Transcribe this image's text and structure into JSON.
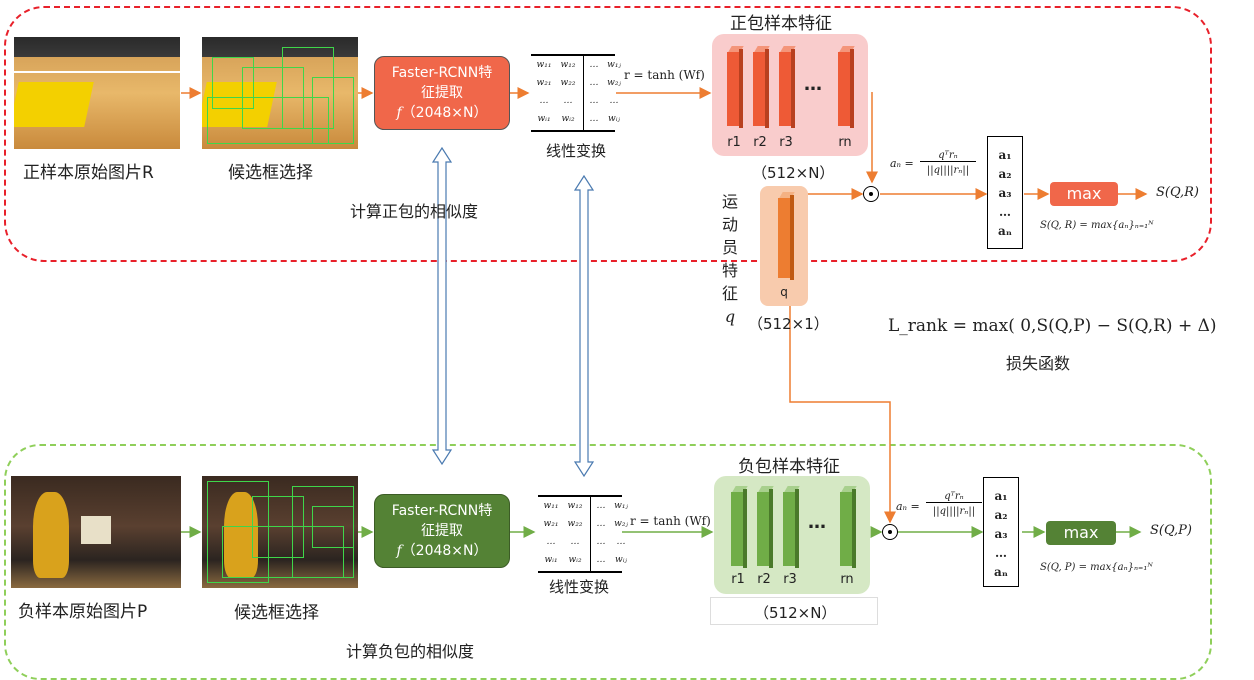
{
  "positive": {
    "bag_title": "正包样本特征",
    "raw_caption": "正样本原始图片R",
    "candidate_caption": "候选框选择",
    "fbox_line1": "Faster-RCNN特",
    "fbox_line2": "征提取",
    "fbox_line3": "（2048×N）",
    "fbox_fvar": "𝑓",
    "linear_caption": "线性变换",
    "tanh_formula": "r = tanh (Wf)",
    "bar_labels": [
      "r1",
      "r2",
      "r3",
      "rn"
    ],
    "ellipsis": "…",
    "dims": "（512×N）",
    "similarity_caption": "计算正包的相似度",
    "an_formula_lhs": "aₙ =",
    "an_formula_num": "qᵀrₙ",
    "an_formula_den": "||q||||rₙ||",
    "a_vector": [
      "a₁",
      "a₂",
      "a₃",
      "…",
      "aₙ"
    ],
    "max_label": "max",
    "score": "S(Q,R)",
    "score_formula": "S(Q, R) = max{aₙ}ₙ₌₁ᴺ"
  },
  "negative": {
    "bag_title": "负包样本特征",
    "raw_caption": "负样本原始图片P",
    "candidate_caption": "候选框选择",
    "fbox_line1": "Faster-RCNN特",
    "fbox_line2": "征提取",
    "fbox_line3": "（2048×N）",
    "fbox_fvar": "𝑓",
    "linear_caption": "线性变换",
    "tanh_formula": "r = tanh (Wf)",
    "bar_labels": [
      "r1",
      "r2",
      "r3",
      "rn"
    ],
    "ellipsis": "…",
    "dims": "（512×N）",
    "similarity_caption": "计算负包的相似度",
    "an_formula_lhs": "aₙ =",
    "an_formula_num": "qᵀrₙ",
    "an_formula_den": "||q||||rₙ||",
    "a_vector": [
      "a₁",
      "a₂",
      "a₃",
      "…",
      "aₙ"
    ],
    "max_label": "max",
    "score": "S(Q,P)",
    "score_formula": "S(Q, P) = max{aₙ}ₙ₌₁ᴺ"
  },
  "matrix": {
    "rows": [
      [
        "w₁₁",
        "w₁₂",
        "…",
        "w₁ⱼ"
      ],
      [
        "w₂₁",
        "w₂₂",
        "…",
        "w₂ⱼ"
      ],
      [
        "…",
        "…",
        "…",
        "…"
      ],
      [
        "wᵢ₁",
        "wᵢ₂",
        "…",
        "wᵢⱼ"
      ]
    ]
  },
  "athlete": {
    "vertical_label": [
      "运",
      "动",
      "员",
      "特",
      "征"
    ],
    "q_var": "q",
    "bar_label": "q",
    "dims": "（512×1）"
  },
  "loss": {
    "formula": "L_rank = max( 0,S(Q,P) − S(Q,R) + Δ)",
    "caption": "损失函数"
  },
  "colors": {
    "positive_border": "#e8202a",
    "negative_border": "#8fcf5a",
    "red_box": "#f0674a",
    "green_box": "#548235",
    "orange_arrow": "#ed7d31",
    "green_arrow": "#70ad47",
    "double_arrow": "#4a7ab0"
  }
}
